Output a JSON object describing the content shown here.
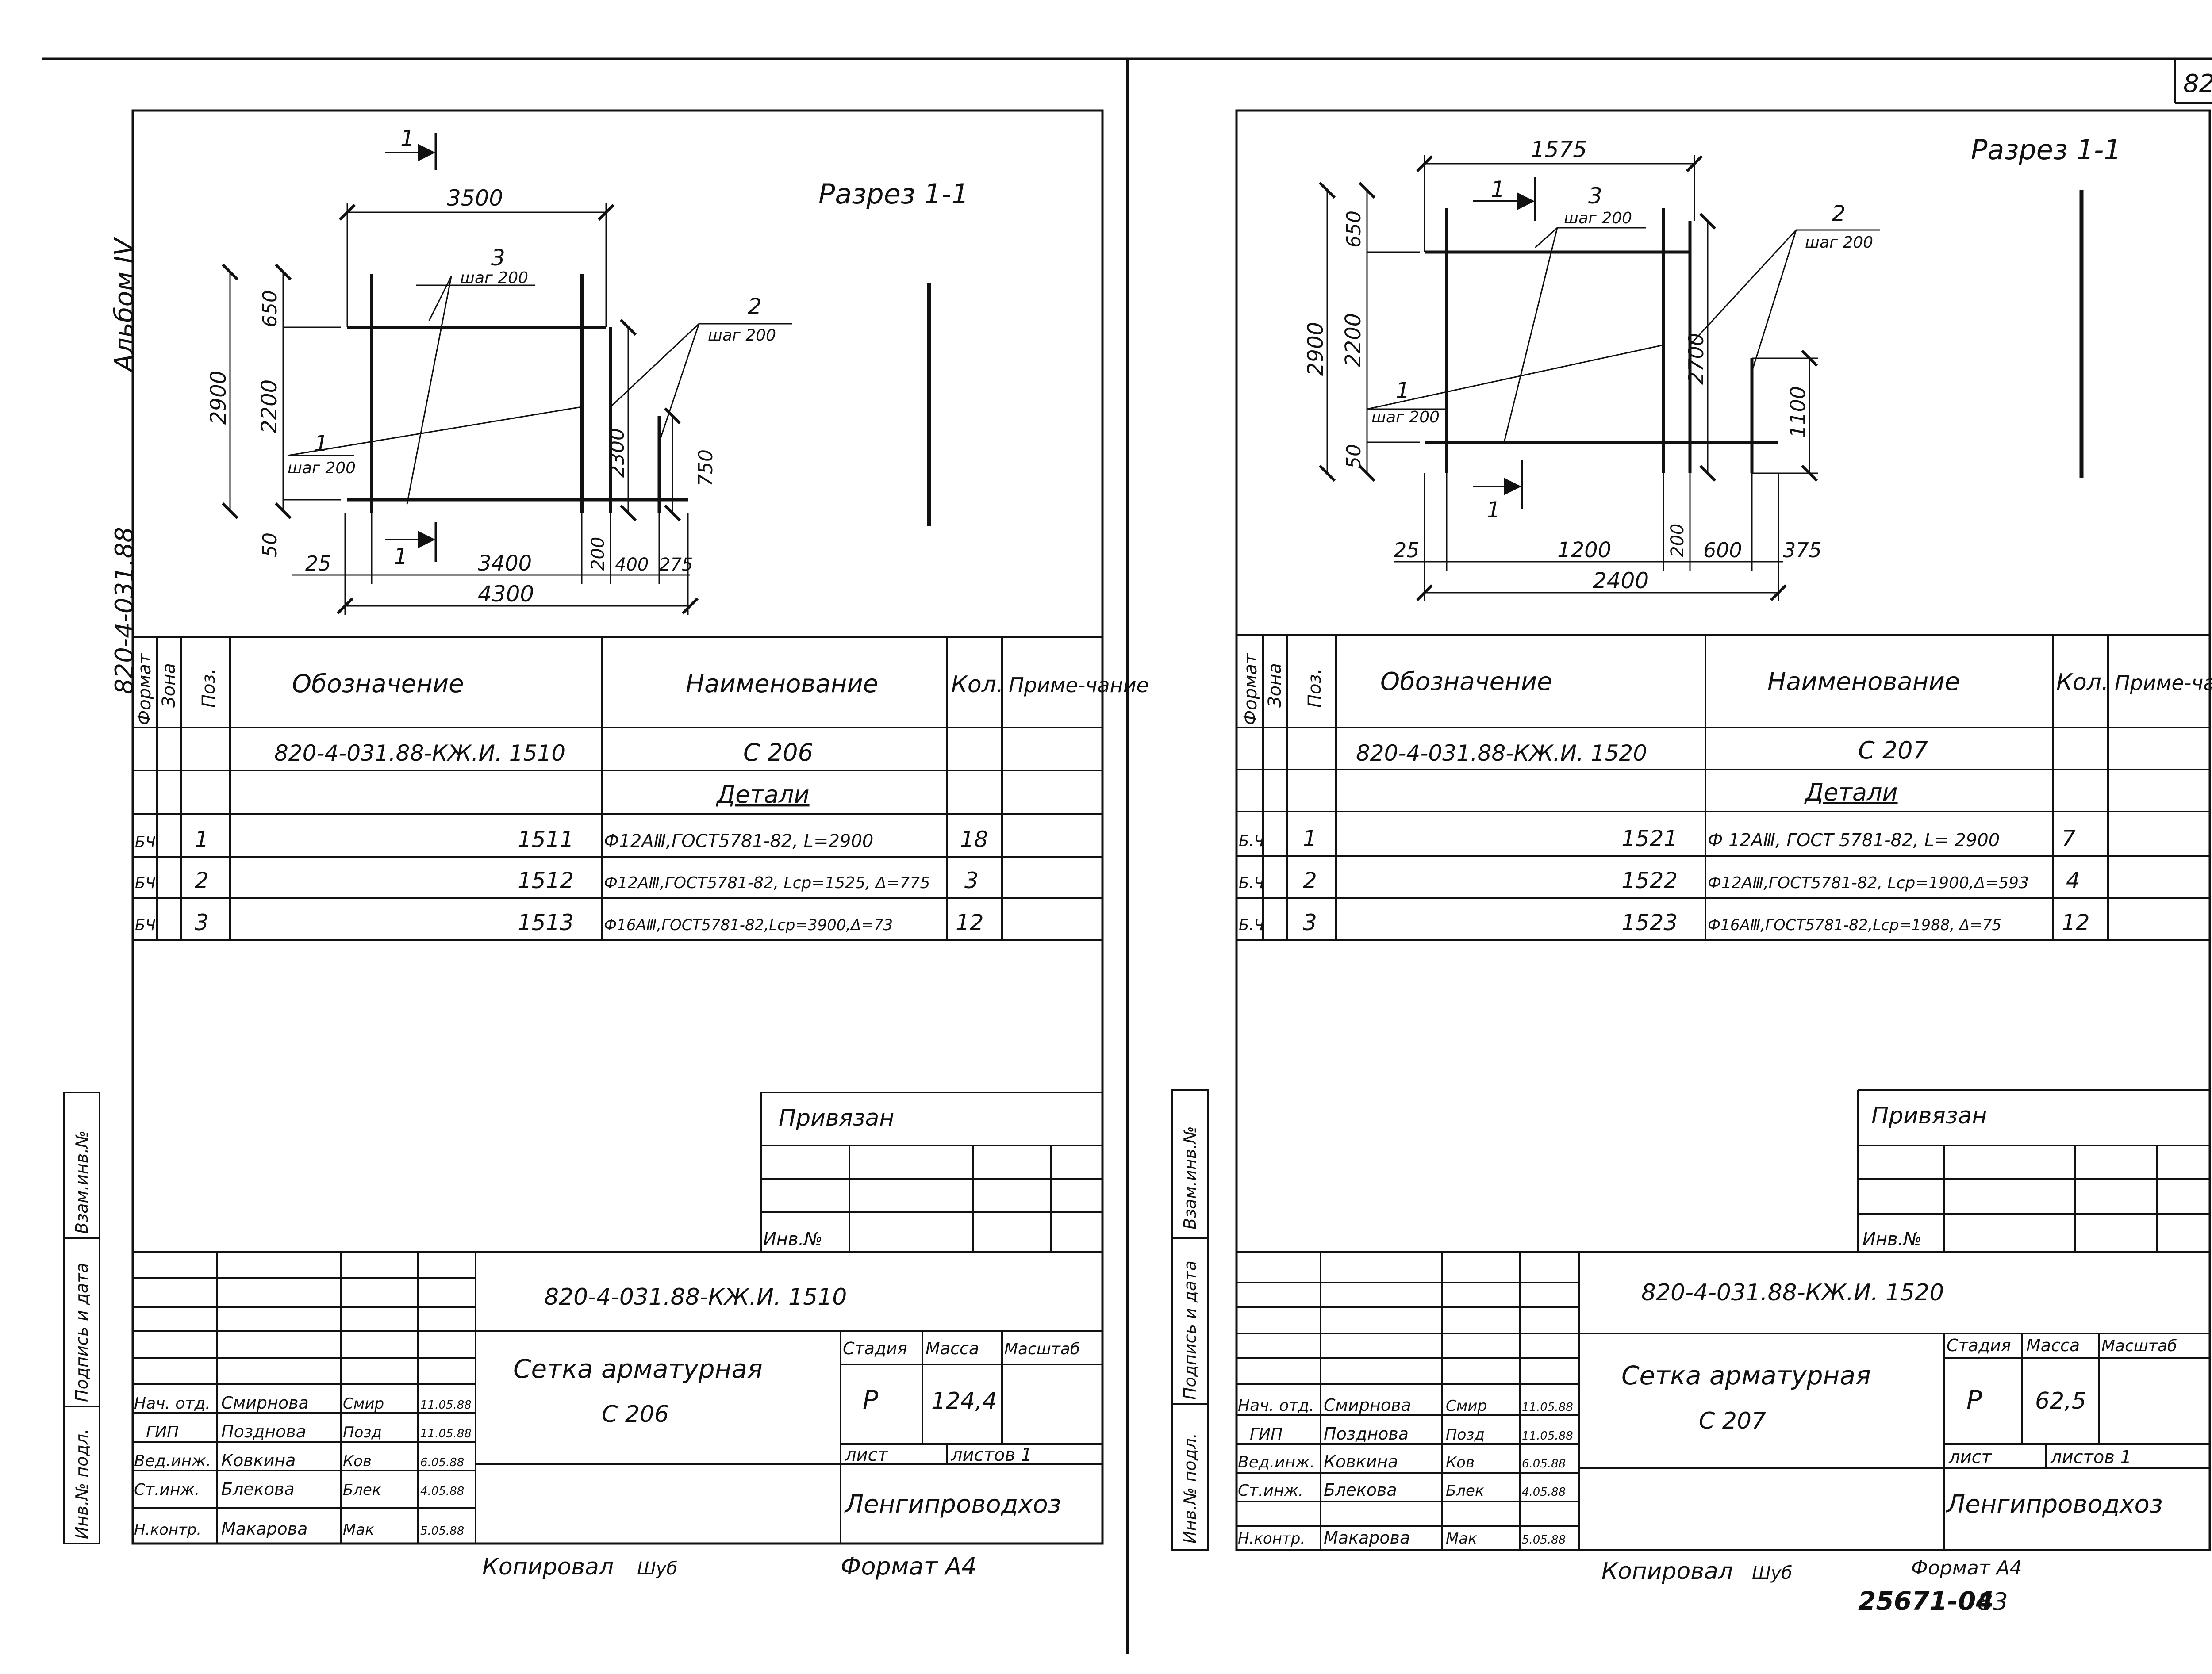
{
  "page_number_top": "82",
  "sheets": [
    {
      "side_album": "Альбом IV",
      "side_code": "820-4-031.88",
      "section_title": "Разрез 1-1",
      "dims": {
        "top_width": "3500",
        "total_height": "2900",
        "upper": "650",
        "middle": "2200",
        "bottom": "50",
        "right_long": "2300",
        "right_short": "750",
        "b25": "25",
        "b3400": "3400",
        "b200": "200",
        "b400": "400",
        "b275": "275",
        "total_width": "4300"
      },
      "callouts": {
        "c1": "1",
        "c1_step": "шаг 200",
        "c2": "2",
        "c2_step": "шаг 200",
        "c3": "3",
        "c3_step": "шаг 200",
        "sec_top": "1",
        "sec_bot": "1"
      },
      "spec": {
        "headers": {
          "format": "Формат",
          "zone": "Зона",
          "pos": "Поз.",
          "designation": "Обозначение",
          "name": "Наименование",
          "qty": "Кол.",
          "note": "Приме-чание"
        },
        "main_designation": "820-4-031.88-КЖ.И. 1510",
        "main_name": "С 206",
        "details_label": "Детали",
        "rows": [
          {
            "format": "БЧ",
            "pos": "1",
            "designation": "1511",
            "name": "Ф12АⅢ,ГОСТ5781-82, L=2900",
            "qty": "18"
          },
          {
            "format": "БЧ",
            "pos": "2",
            "designation": "1512",
            "name": "Ф12АⅢ,ГОСТ5781-82, Lср=1525, Δ=775",
            "qty": "3"
          },
          {
            "format": "БЧ",
            "pos": "3",
            "designation": "1513",
            "name": "Ф16АⅢ,ГОСТ5781-82,Lср=3900,Δ=73",
            "qty": "12"
          }
        ]
      },
      "privyazan": "Привязан",
      "inv_no": "Инв.№",
      "side_stamp": [
        "Взам.инв.№",
        "Подпись и дата",
        "Инв.№ подл."
      ],
      "title_block": {
        "code": "820-4-031.88-КЖ.И. 1510",
        "name_line1": "Сетка арматурная",
        "name_line2": "С 206",
        "stage_h": "Стадия",
        "mass_h": "Масса",
        "scale_h": "Масштаб",
        "stage": "Р",
        "mass": "124,4",
        "sheet": "лист",
        "sheets": "листов 1",
        "org": "Ленгипроводхоз",
        "people": [
          {
            "role": "Нач. отд.",
            "name": "Смирнова",
            "sign": "Смир",
            "date": "11.05.88"
          },
          {
            "role": "ГИП",
            "name": "Позднова",
            "sign": "Позд",
            "date": "11.05.88"
          },
          {
            "role": "Вед.инж.",
            "name": "Ковкина",
            "sign": "Ков",
            "date": "6.05.88"
          },
          {
            "role": "Ст.инж.",
            "name": "Блекова",
            "sign": "Блек",
            "date": "4.05.88"
          },
          {
            "role": "Н.контр.",
            "name": "Макарова",
            "sign": "Мак",
            "date": "5.05.88"
          }
        ]
      },
      "footer_copied": "Копировал",
      "footer_copied_sign": "Шуб",
      "footer_format": "Формат А4"
    },
    {
      "section_title": "Разрез 1-1",
      "dims": {
        "top_width": "1575",
        "total_height": "2900",
        "upper": "650",
        "middle": "2200",
        "bottom": "50",
        "right_long": "2700",
        "right_short": "1100",
        "b25": "25",
        "b1200": "1200",
        "b200": "200",
        "b600": "600",
        "b375": "375",
        "total_width": "2400"
      },
      "callouts": {
        "c1": "1",
        "c1_step": "шаг 200",
        "c2": "2",
        "c2_step": "шаг 200",
        "c3": "3",
        "c3_step": "шаг 200",
        "sec_top": "1",
        "sec_bot": "1"
      },
      "spec": {
        "headers": {
          "format": "Формат",
          "zone": "Зона",
          "pos": "Поз.",
          "designation": "Обозначение",
          "name": "Наименование",
          "qty": "Кол.",
          "note": "Приме-чание"
        },
        "main_designation": "820-4-031.88-КЖ.И. 1520",
        "main_name": "С 207",
        "details_label": "Детали",
        "rows": [
          {
            "format": "Б.Ч",
            "pos": "1",
            "designation": "1521",
            "name": "Ф 12АⅢ, ГОСТ 5781-82, L= 2900",
            "qty": "7"
          },
          {
            "format": "Б.Ч",
            "pos": "2",
            "designation": "1522",
            "name": "Ф12АⅢ,ГОСТ5781-82, Lср=1900,Δ=593",
            "qty": "4"
          },
          {
            "format": "Б.Ч",
            "pos": "3",
            "designation": "1523",
            "name": "Ф16АⅢ,ГОСТ5781-82,Lср=1988, Δ=75",
            "qty": "12"
          }
        ]
      },
      "privyazan": "Привязан",
      "inv_no": "Инв.№",
      "side_stamp": [
        "Взам.инв.№",
        "Подпись и дата",
        "Инв.№ подл."
      ],
      "title_block": {
        "code": "820-4-031.88-КЖ.И. 1520",
        "name_line1": "Сетка арматурная",
        "name_line2": "С 207",
        "stage_h": "Стадия",
        "mass_h": "Масса",
        "scale_h": "Масштаб",
        "stage": "Р",
        "mass": "62,5",
        "sheet": "лист",
        "sheets": "листов 1",
        "org": "Ленгипроводхоз",
        "people": [
          {
            "role": "Нач. отд.",
            "name": "Смирнова",
            "sign": "Смир",
            "date": "11.05.88"
          },
          {
            "role": "ГИП",
            "name": "Позднова",
            "sign": "Позд",
            "date": "11.05.88"
          },
          {
            "role": "Вед.инж.",
            "name": "Ковкина",
            "sign": "Ков",
            "date": "6.05.88"
          },
          {
            "role": "Ст.инж.",
            "name": "Блекова",
            "sign": "Блек",
            "date": "4.05.88"
          },
          {
            "role": "Н.контр.",
            "name": "Макарова",
            "sign": "Мак",
            "date": "5.05.88"
          }
        ]
      },
      "footer_copied": "Копировал",
      "footer_copied_sign": "Шуб",
      "footer_format": "Формат А4",
      "footer_archive": "25671-04",
      "footer_page": "83"
    }
  ]
}
